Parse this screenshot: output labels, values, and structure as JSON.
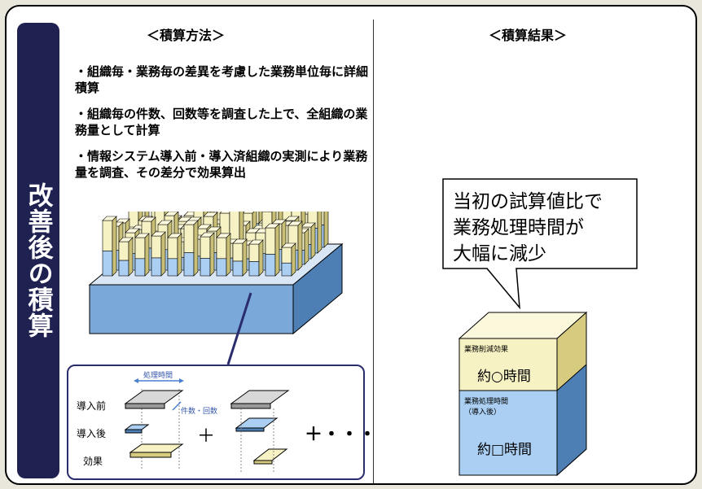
{
  "sidebar": {
    "title": "改善後の積算"
  },
  "left": {
    "heading": "＜積算方法＞",
    "bullets": [
      "・組織毎・業務毎の差異を考慮した業務単位毎に詳細積算",
      "・組織毎の件数、回数等を調査した上で、全組織の業務量として計算",
      "・情報システム導入前・導入済組織の実測により業務量を調査、その差分で効果算出"
    ],
    "inset": {
      "processing_time_label": "処理時間",
      "count_label": "件数・回数",
      "row_before": "導入前",
      "row_after": "導入後",
      "row_effect": "効果",
      "plus1": "＋",
      "plus2": "＋・・・"
    }
  },
  "right": {
    "heading": "＜積算結果＞",
    "callout": "当初の試算値比で\n業務処理時間が\n大幅に減少",
    "box_top_label": "業務削減効果",
    "box_top_value": "約○時間",
    "box_bottom_label": "業務処理時間\n（導入後）",
    "box_bottom_value": "約□時間"
  },
  "colors": {
    "sidebar": "#1f2251",
    "cream": "#f7f2c3",
    "blue": "#aacff2",
    "border": "#2a2c6e"
  }
}
